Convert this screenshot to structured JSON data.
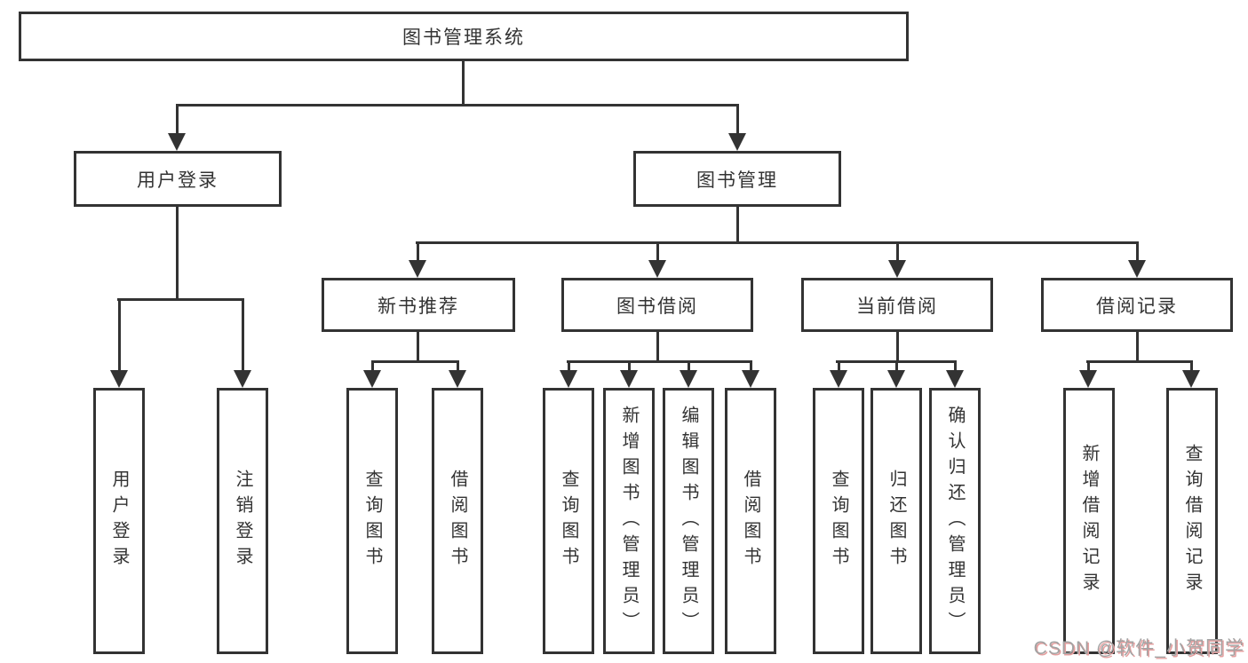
{
  "diagram": {
    "root": {
      "label": "图书管理系统"
    },
    "level2": [
      {
        "label": "用户登录"
      },
      {
        "label": "图书管理"
      }
    ],
    "level3": [
      {
        "label": "新书推荐"
      },
      {
        "label": "图书借阅"
      },
      {
        "label": "当前借阅"
      },
      {
        "label": "借阅记录"
      }
    ],
    "leaves": {
      "user_login": [
        "用户登录",
        "注销登录"
      ],
      "new_book_recommend": [
        "查询图书",
        "借阅图书"
      ],
      "book_borrow": [
        "查询图书",
        "新增图书（管理员）",
        "编辑图书（管理员）",
        "借阅图书"
      ],
      "current_borrow": [
        "查询图书",
        "归还图书",
        "确认归还（管理员）"
      ],
      "borrow_records": [
        "新增借阅记录",
        "查询借阅记录"
      ]
    },
    "colors": {
      "line": "#333333",
      "text": "#333333",
      "box_background": "#ffffff",
      "watermark_text": "#a3a3a3",
      "watermark_shadow": "#e5a0a0"
    }
  },
  "watermark": {
    "text": "CSDN @软件_小贺同学"
  }
}
